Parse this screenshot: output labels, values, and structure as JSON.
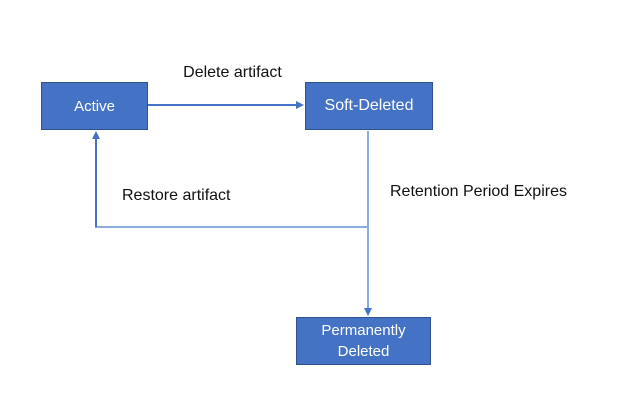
{
  "diagram": {
    "type": "state-transition",
    "nodes": [
      {
        "id": "active",
        "label": "Active"
      },
      {
        "id": "soft-deleted",
        "label": "Soft-Deleted"
      },
      {
        "id": "permanently-deleted",
        "label": "Permanently Deleted"
      }
    ],
    "edges": [
      {
        "id": "delete",
        "label": "Delete artifact",
        "from": "Active",
        "to": "Soft-Deleted",
        "direction": "right"
      },
      {
        "id": "restore",
        "label": "Restore artifact",
        "from": "Soft-Deleted",
        "to": "Active",
        "direction": "elbow-left-up"
      },
      {
        "id": "retention",
        "label": "Retention Period Expires",
        "from": "Soft-Deleted",
        "to": "Permanently Deleted",
        "direction": "down"
      }
    ]
  },
  "colors": {
    "background": "#ffffff",
    "node_fill": "#4472C4",
    "node_border": "#2F528F",
    "node_text": "#ffffff",
    "connector": "#4472C4",
    "connector_light": "#8FAADC",
    "label_text": "#111111"
  }
}
